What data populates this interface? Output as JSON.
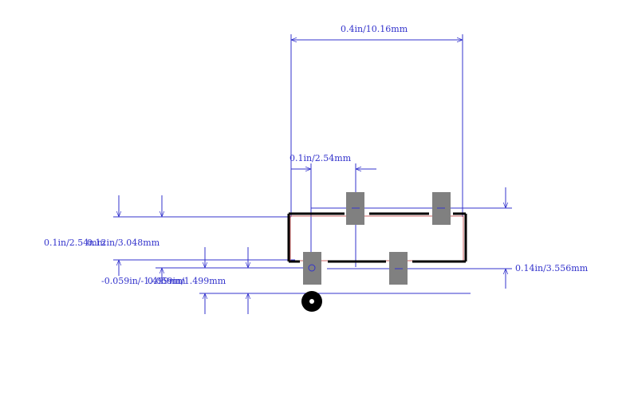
{
  "colors": {
    "dimension": "#3333cc",
    "outline": "#000000",
    "pad": "#808080",
    "courtyard": "#cc6666",
    "background": "#ffffff"
  },
  "dimensions": {
    "width_top": "0.4in/10.16mm",
    "pitch": "0.1in/2.54mm",
    "left_a": "0.1in/2.54mm",
    "left_b": "0.12in/3.048mm",
    "offset_a": "-0.059in/-1.499mm",
    "offset_b": "0.059in/1.499mm",
    "right_height": "0.14in/3.556mm"
  },
  "pads": [
    {
      "name": "pad-1"
    },
    {
      "name": "pad-2"
    },
    {
      "name": "pad-3"
    },
    {
      "name": "pad-4"
    }
  ],
  "marker": {
    "name": "pin1-marker-icon"
  }
}
